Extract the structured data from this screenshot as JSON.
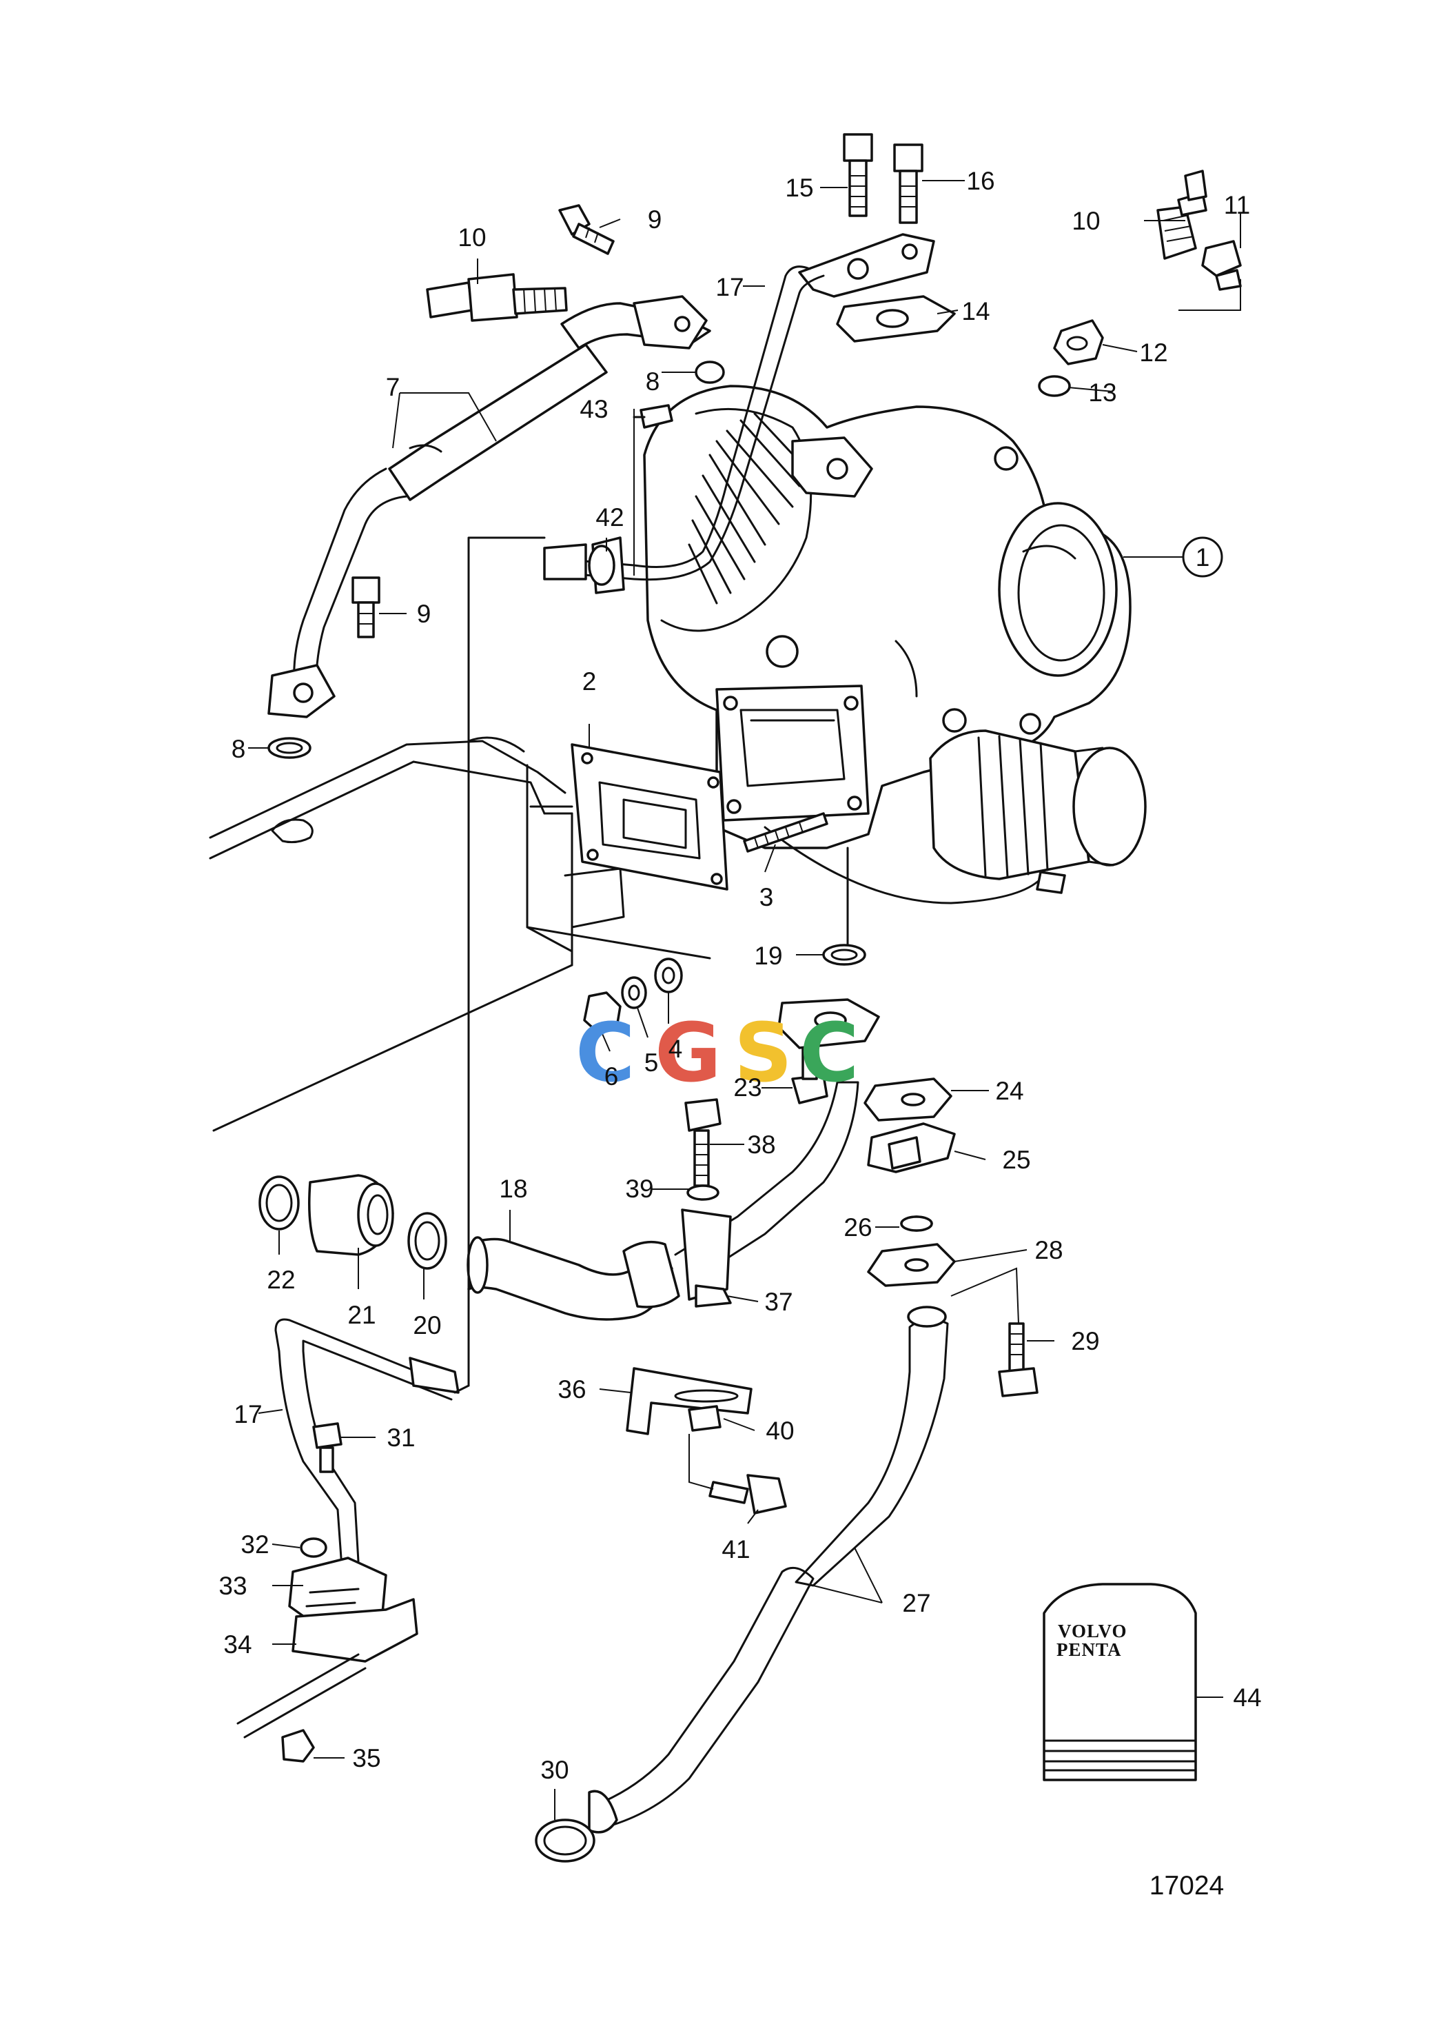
{
  "diagram": {
    "drawing_number": "17024",
    "watermark": {
      "letters": [
        "C",
        "G",
        "S",
        "C"
      ],
      "colors": [
        "#4a8fe0",
        "#e05a4a",
        "#f2c12e",
        "#3aa65a"
      ]
    },
    "manual": {
      "brand_line1": "VOLVO",
      "brand_line2": "PENTA"
    },
    "callouts": {
      "c1": "1",
      "c2": "2",
      "c3": "3",
      "c4": "4",
      "c5": "5",
      "c6": "6",
      "c7": "7",
      "c8a": "8",
      "c8b": "8",
      "c9a": "9",
      "c9b": "9",
      "c10a": "10",
      "c10b": "10",
      "c11": "11",
      "c12": "12",
      "c13": "13",
      "c14": "14",
      "c15": "15",
      "c16": "16",
      "c17a": "17",
      "c17b": "17",
      "c18": "18",
      "c19": "19",
      "c20": "20",
      "c21": "21",
      "c22": "22",
      "c23": "23",
      "c24": "24",
      "c25": "25",
      "c26": "26",
      "c27": "27",
      "c28": "28",
      "c29": "29",
      "c30": "30",
      "c31": "31",
      "c32": "32",
      "c33": "33",
      "c34": "34",
      "c35": "35",
      "c36": "36",
      "c37": "37",
      "c38": "38",
      "c39": "39",
      "c40": "40",
      "c41": "41",
      "c42": "42",
      "c43": "43",
      "c44": "44"
    }
  }
}
